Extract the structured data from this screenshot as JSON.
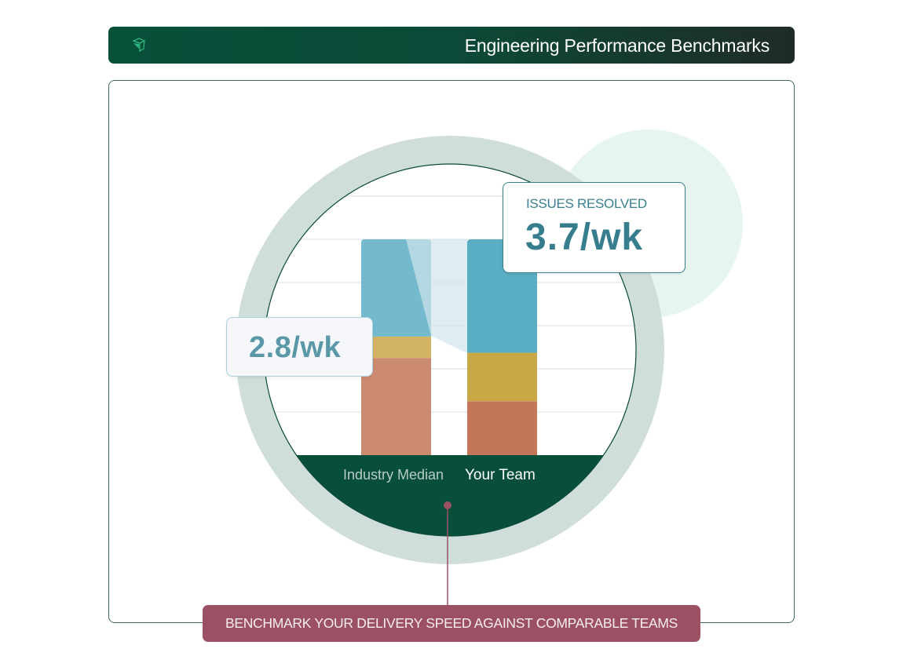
{
  "header": {
    "title": "Engineering Performance Benchmarks",
    "logo_icon": "cube-logo-icon"
  },
  "callouts": {
    "team": {
      "label": "ISSUES RESOLVED",
      "value": "3.7/wk"
    },
    "industry": {
      "value": "2.8/wk"
    }
  },
  "banner": {
    "text": "BENCHMARK YOUR DELIVERY SPEED AGAINST COMPARABLE TEAMS"
  },
  "colors": {
    "dark_green": "#074f3b",
    "ring": "#cfdeda",
    "mint": "#e6f6ef",
    "blue_industry": "#74b9ce",
    "blue_team": "#5aaec4",
    "gold_industry": "#d3b462",
    "gold_team": "#c8a746",
    "coral_industry": "#cc8a70",
    "coral_team": "#c47758",
    "accent": "#9c5064"
  },
  "chart_data": {
    "type": "bar",
    "stacked": true,
    "categories": [
      "Industry Median",
      "Your Team"
    ],
    "series": [
      {
        "values": [
          2.25,
          1.25
        ]
      },
      {
        "values": [
          0.5,
          1.125
        ]
      },
      {
        "values": [
          2.25,
          2.625
        ]
      }
    ],
    "ylim": [
      0,
      6
    ],
    "grid": true,
    "axis_labels_shown": false
  }
}
